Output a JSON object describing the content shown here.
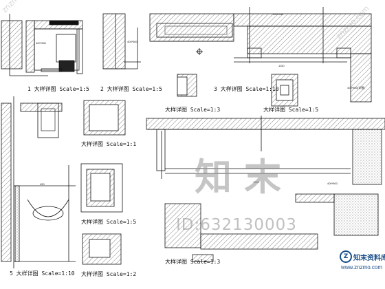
{
  "labels": {
    "d1": "1 大样详图 Scale=1:5",
    "d2": "2 大样详图 Scale=1:5",
    "d3": "3 大样详图 Scale=1:10",
    "d4": "大样详图 Scale=1:3",
    "d5": "大样详图 Scale=1:5",
    "d6": "5 大样详图 Scale=1:10",
    "d7": "大样详图 Scale=1:1",
    "d8": "大样详图 Scale=1:5",
    "d9": "大样详图 Scale=1:2",
    "d10": "大样详图 Scale=1:3"
  },
  "dims": {
    "a": "400*550",
    "b": "400*800",
    "c": "400*550",
    "d": "400*800(详细)",
    "e": "400*800",
    "f": "1150",
    "g": "450",
    "h": "1820"
  },
  "watermark": {
    "brand": "知末",
    "id": "ID:632130003",
    "site_name": "知末资料库",
    "site_url": "www.znzmo.com",
    "corner": "znzmo.com",
    "logo_glyph": "Z",
    "logo_color": "#1a4f8a"
  }
}
